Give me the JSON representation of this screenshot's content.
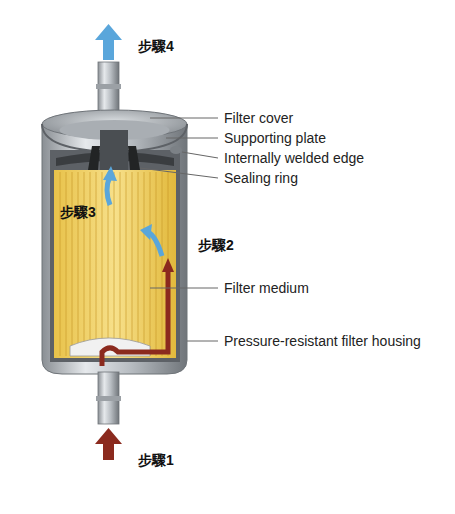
{
  "diagram": {
    "labels": [
      "步驟4",
      "Filter cover",
      "Supporting plate",
      "Internally welded edge",
      "Sealing ring",
      "步驟3",
      "步驟2",
      "Filter medium",
      "Pressure-resistant filter housing",
      "步驟1"
    ]
  }
}
